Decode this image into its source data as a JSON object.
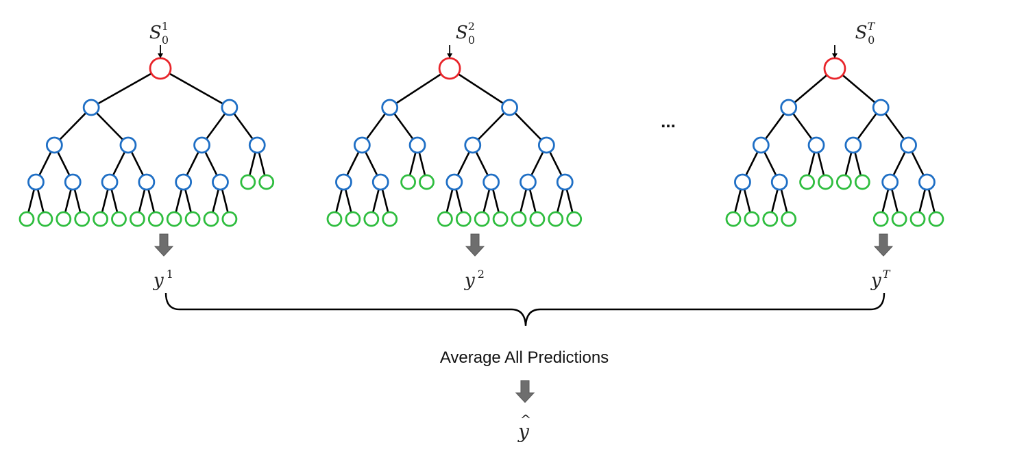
{
  "colors": {
    "root": "#e8242a",
    "internal": "#1f6fc5",
    "leaf": "#2fbd3f",
    "edge": "#000000",
    "block_arrow": "#6e6e6e"
  },
  "trees": [
    {
      "input_label": {
        "base": "S",
        "sub": "0",
        "sup": "1"
      },
      "output_label": {
        "base": "y",
        "sup": "1"
      },
      "structure": [
        [
          [
            [
              0,
              0
            ],
            [
              0,
              0
            ]
          ],
          [
            [
              0,
              0
            ],
            [
              0,
              0
            ]
          ]
        ],
        [
          [
            [
              0,
              0
            ],
            [
              0,
              0
            ]
          ],
          [
            0,
            0
          ]
        ]
      ]
    },
    {
      "input_label": {
        "base": "S",
        "sub": "0",
        "sup": "2"
      },
      "output_label": {
        "base": "y",
        "sup": "2"
      },
      "structure": [
        [
          [
            [
              0,
              0
            ],
            [
              0,
              0
            ]
          ],
          [
            0,
            0
          ]
        ],
        [
          [
            [
              0,
              0
            ],
            [
              0,
              0
            ]
          ],
          [
            [
              0,
              0
            ],
            [
              0,
              0
            ]
          ]
        ]
      ]
    },
    {
      "input_label": {
        "base": "S",
        "sub": "0",
        "sup": "T"
      },
      "output_label": {
        "base": "y",
        "sup": "T"
      },
      "structure": [
        [
          [
            [
              0,
              0
            ],
            [
              0,
              0
            ]
          ],
          [
            0,
            0
          ]
        ],
        [
          [
            0,
            0
          ],
          [
            [
              0,
              0
            ],
            [
              0,
              0
            ]
          ]
        ]
      ]
    }
  ],
  "ellipsis": "...",
  "aggregation_label": "Average All Predictions",
  "final_output": {
    "base": "y",
    "accent": "^"
  }
}
